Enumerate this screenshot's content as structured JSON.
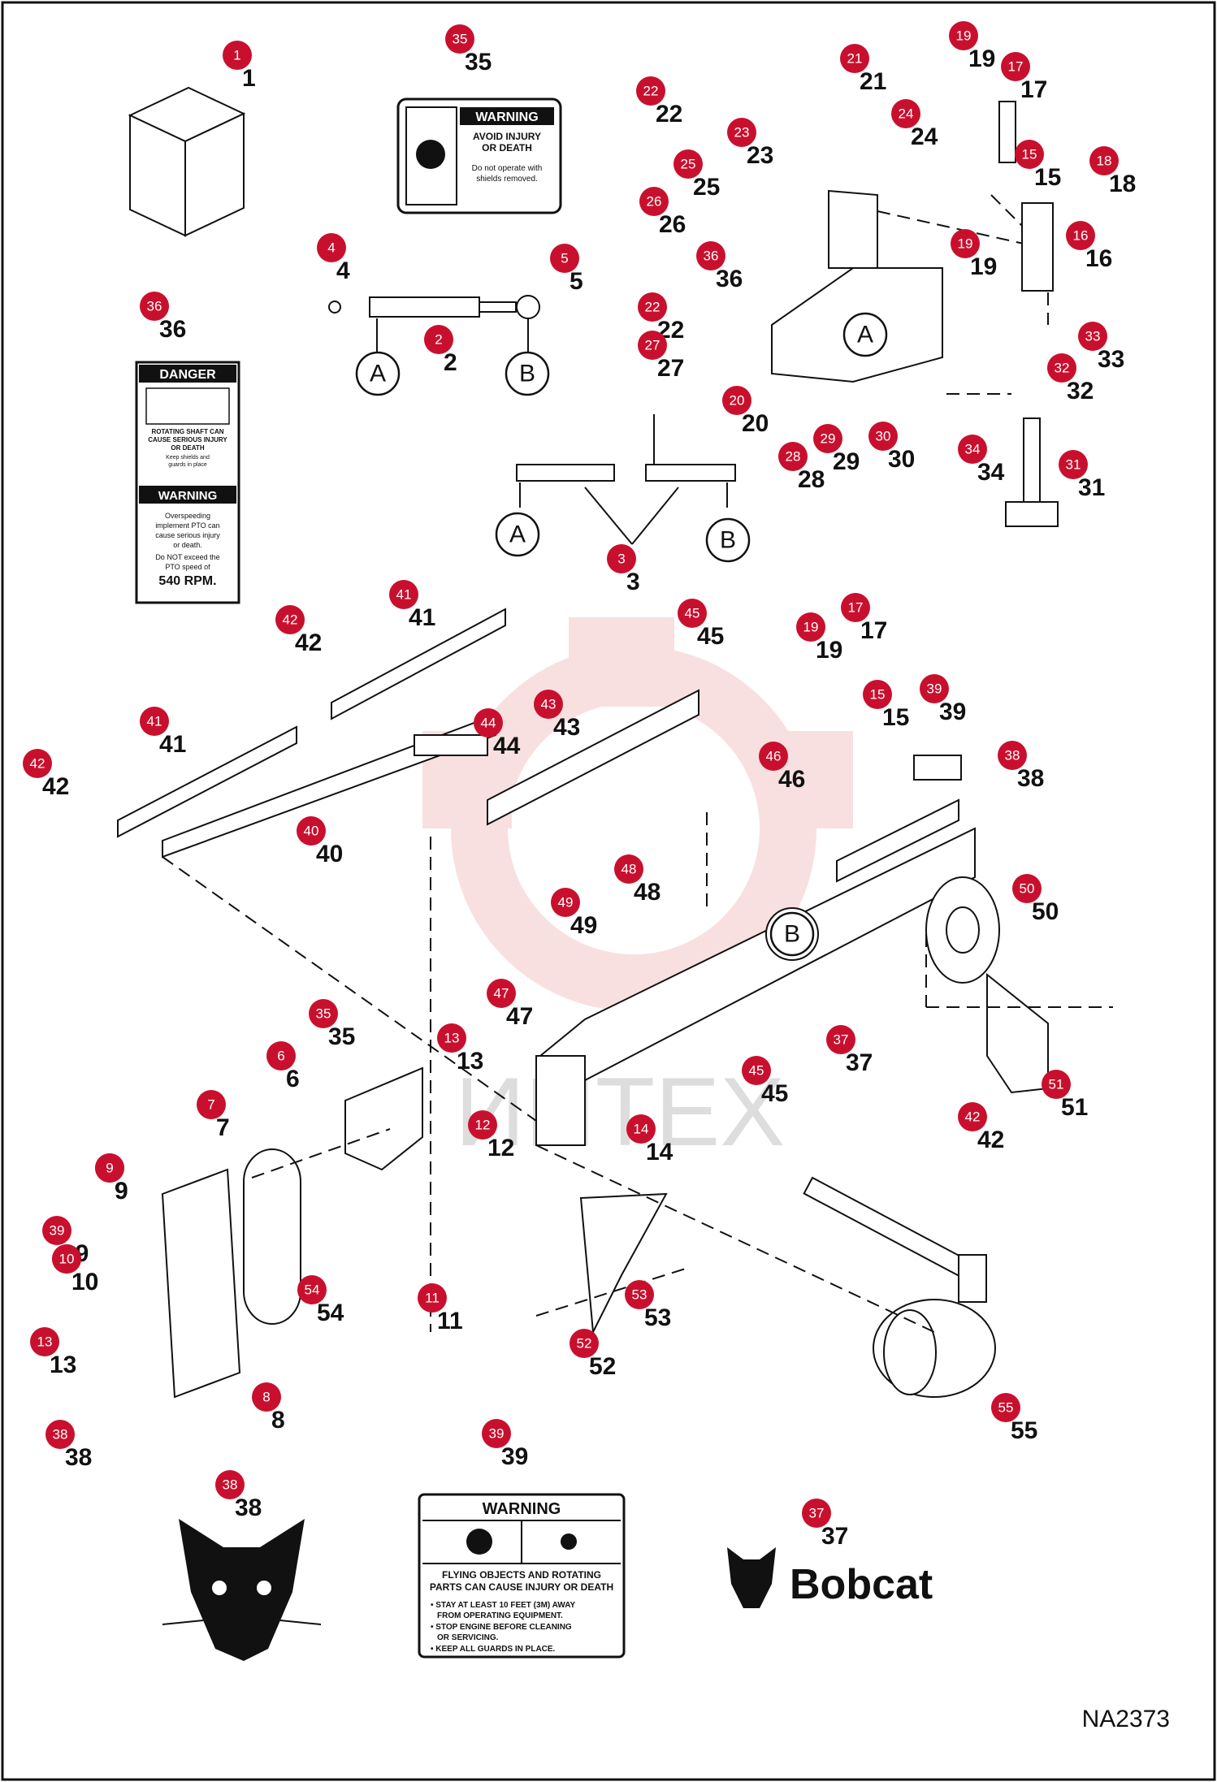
{
  "drawing_code": "NA2373",
  "watermark": "ИНТЕХ",
  "callouts": [
    {
      "n": "1"
    },
    {
      "n": "2"
    },
    {
      "n": "3"
    },
    {
      "n": "4"
    },
    {
      "n": "5"
    },
    {
      "n": "6"
    },
    {
      "n": "7"
    },
    {
      "n": "8"
    },
    {
      "n": "9"
    },
    {
      "n": "10"
    },
    {
      "n": "11"
    },
    {
      "n": "12"
    },
    {
      "n": "13"
    },
    {
      "n": "13"
    },
    {
      "n": "14"
    },
    {
      "n": "15"
    },
    {
      "n": "15"
    },
    {
      "n": "16"
    },
    {
      "n": "17"
    },
    {
      "n": "17"
    },
    {
      "n": "18"
    },
    {
      "n": "19"
    },
    {
      "n": "19"
    },
    {
      "n": "19"
    },
    {
      "n": "20"
    },
    {
      "n": "21"
    },
    {
      "n": "22"
    },
    {
      "n": "22"
    },
    {
      "n": "23"
    },
    {
      "n": "24"
    },
    {
      "n": "25"
    },
    {
      "n": "26"
    },
    {
      "n": "27"
    },
    {
      "n": "28"
    },
    {
      "n": "29"
    },
    {
      "n": "30"
    },
    {
      "n": "31"
    },
    {
      "n": "32"
    },
    {
      "n": "33"
    },
    {
      "n": "34"
    },
    {
      "n": "35"
    },
    {
      "n": "35"
    },
    {
      "n": "36"
    },
    {
      "n": "36"
    },
    {
      "n": "37"
    },
    {
      "n": "37"
    },
    {
      "n": "38"
    },
    {
      "n": "38"
    },
    {
      "n": "38"
    },
    {
      "n": "39"
    },
    {
      "n": "39"
    },
    {
      "n": "39"
    },
    {
      "n": "40"
    },
    {
      "n": "41"
    },
    {
      "n": "41"
    },
    {
      "n": "42"
    },
    {
      "n": "42"
    },
    {
      "n": "42"
    },
    {
      "n": "43"
    },
    {
      "n": "44"
    },
    {
      "n": "45"
    },
    {
      "n": "45"
    },
    {
      "n": "46"
    },
    {
      "n": "47"
    },
    {
      "n": "48"
    },
    {
      "n": "49"
    },
    {
      "n": "50"
    },
    {
      "n": "51"
    },
    {
      "n": "52"
    },
    {
      "n": "53"
    },
    {
      "n": "54"
    },
    {
      "n": "55"
    },
    {
      "n": "10"
    },
    {
      "n": "9"
    }
  ],
  "refs": [
    "A",
    "B",
    "A",
    "B",
    "A",
    "B"
  ],
  "decal_35": {
    "heading": "WARNING",
    "line1": "AVOID INJURY",
    "line2": "OR DEATH",
    "line3": "Do not operate with",
    "line4": "shields removed."
  },
  "decal_36": {
    "danger": "DANGER",
    "d1": "ROTATING SHAFT CAN",
    "d2": "CAUSE SERIOUS INJURY",
    "d3": "OR DEATH",
    "d4": "Keep shields and",
    "d5": "guards in place",
    "warning": "WARNING",
    "w1": "Overspeeding",
    "w2": "implement PTO can",
    "w3": "cause serious injury",
    "w4": "or death.",
    "w5": "Do NOT exceed the",
    "w6": "PTO speed of",
    "w7": "540 RPM."
  },
  "decal_39": {
    "heading": "WARNING",
    "t1": "FLYING OBJECTS AND ROTATING",
    "t2": "PARTS CAN CAUSE INJURY OR DEATH",
    "b1": "• STAY AT LEAST 10 FEET (3M) AWAY",
    "b1b": "FROM OPERATING EQUIPMENT.",
    "b2": "• STOP ENGINE BEFORE CLEANING",
    "b2b": "OR SERVICING.",
    "b3": "• KEEP ALL GUARDS IN PLACE."
  },
  "decal_37": {
    "brand": "Bobcat"
  },
  "colors": {
    "badge": "#c8102e",
    "line": "#111111",
    "watermark": "#f4c7c7"
  }
}
